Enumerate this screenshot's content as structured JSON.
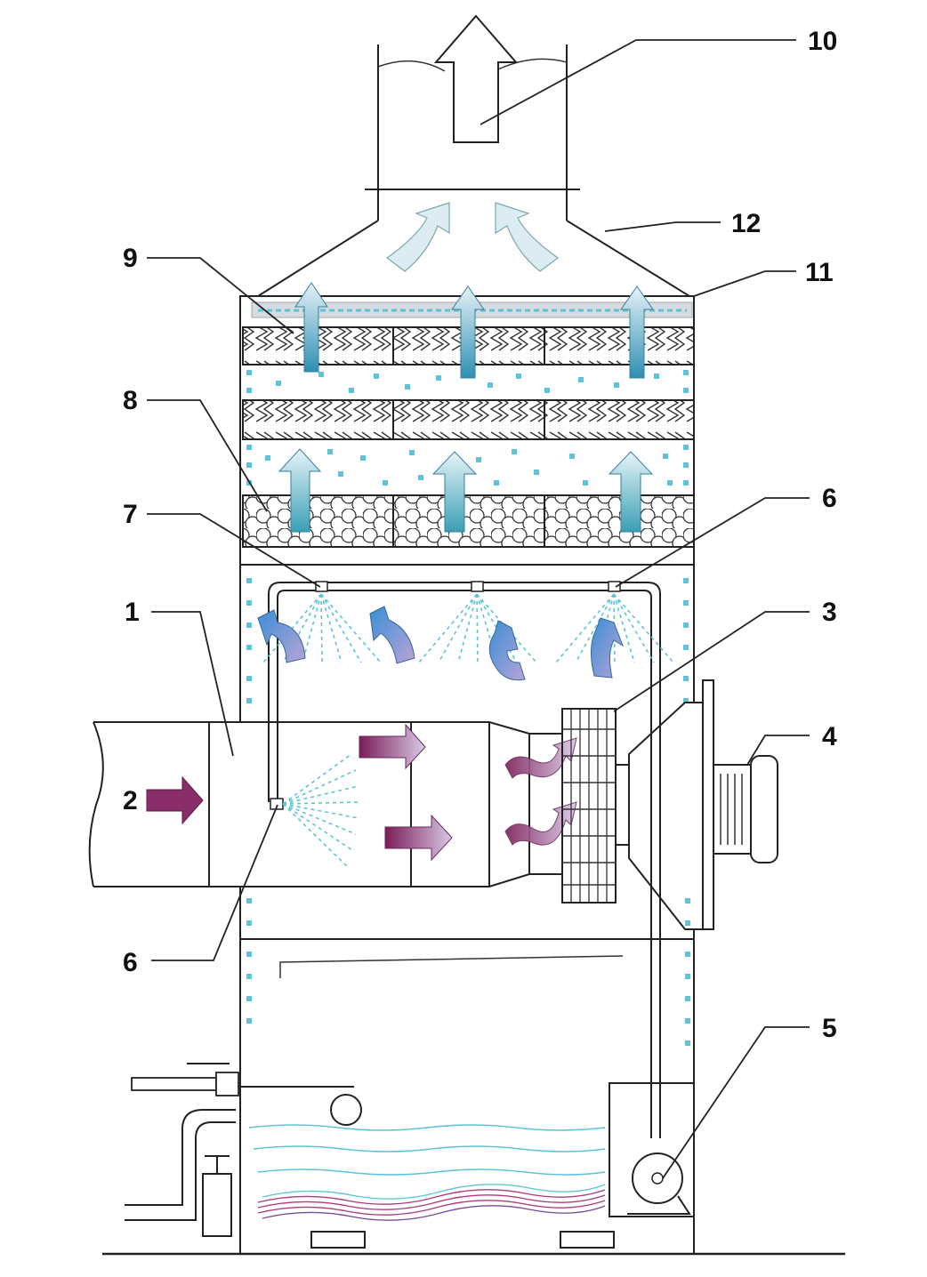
{
  "labels": {
    "l1": "1",
    "l2": "2",
    "l3": "3",
    "l4": "4",
    "l5": "5",
    "l6a": "6",
    "l6b": "6",
    "l7": "7",
    "l8": "8",
    "l9": "9",
    "l10": "10",
    "l11": "11",
    "l12": "12"
  },
  "colors": {
    "outline": "#222222",
    "water": "#5cc4d6",
    "air_arrow_blue": "#4aa3d8",
    "air_arrow_purple": "#8a2e6a",
    "light_arrow": "#dcecf2",
    "sludge": "#b03a7a"
  }
}
